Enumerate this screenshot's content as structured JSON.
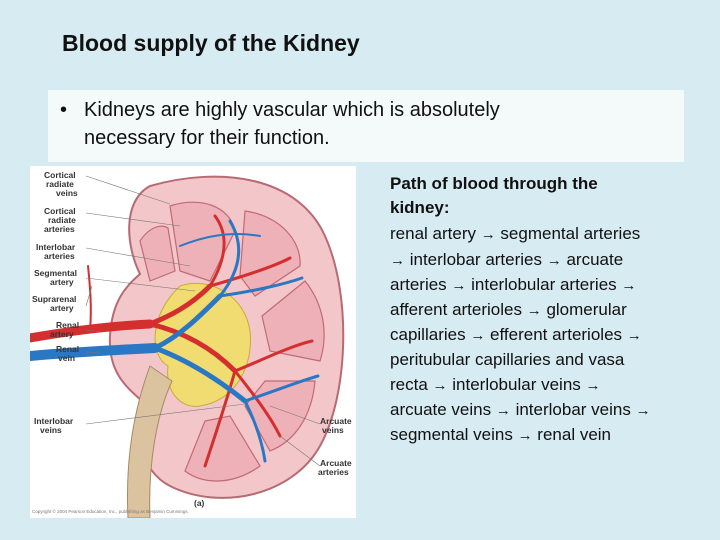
{
  "slide": {
    "title": "Blood supply of the Kidney",
    "bullet": {
      "marker": "•",
      "lines": [
        "Kidneys are highly vascular which is absolutely",
        "necessary for their function."
      ]
    }
  },
  "figure": {
    "labels_left": [
      [
        "Cortical",
        "radiate",
        "veins"
      ],
      [
        "Cortical",
        "radiate",
        "arteries"
      ],
      [
        "Interlobar",
        "arteries"
      ],
      [
        "Segmental",
        "artery"
      ],
      [
        "Suprarenal",
        "artery"
      ],
      [
        "Renal",
        "artery"
      ],
      [
        "Renal",
        "vein"
      ],
      [
        "Interlobar",
        "veins"
      ]
    ],
    "labels_right": [
      [
        "Arcuate",
        "veins"
      ],
      [
        "Arcuate",
        "arteries"
      ]
    ],
    "panel_letter": "(a)",
    "copyright": "Copyright © 2004 Pearson Education, Inc., publishing as Benjamin Cummings.",
    "colors": {
      "artery": "#d42f2f",
      "vein": "#2a78c4",
      "pyramid": "#efb1b8",
      "cortex": "#f3c7c9",
      "fat": "#f1dc72",
      "ureter": "#dcc3a0"
    }
  },
  "path": {
    "heading_lines": [
      "Path of blood through the",
      "kidney:"
    ],
    "arrow_glyph": "→",
    "lines": [
      [
        {
          "t": "renal artery "
        },
        {
          "a": true
        },
        {
          "t": " segmental arteries"
        }
      ],
      [
        {
          "a": true
        },
        {
          "t": "  interlobar arteries "
        },
        {
          "a": true
        },
        {
          "t": " arcuate"
        }
      ],
      [
        {
          "t": "arteries "
        },
        {
          "a": true
        },
        {
          "t": " interlobular arteries "
        },
        {
          "a": true
        }
      ],
      [
        {
          "t": "afferent arterioles "
        },
        {
          "a": true
        },
        {
          "t": " glomerular"
        }
      ],
      [
        {
          "t": "capillaries "
        },
        {
          "a": true
        },
        {
          "t": " efferent arterioles "
        },
        {
          "a": true
        }
      ],
      [
        {
          "t": "peritubular capillaries and vasa"
        }
      ],
      [
        {
          "t": "recta "
        },
        {
          "a": true
        },
        {
          "t": " interlobular veins "
        },
        {
          "a": true
        }
      ],
      [
        {
          "t": "arcuate veins "
        },
        {
          "a": true
        },
        {
          "t": " interlobar veins "
        },
        {
          "a": true
        }
      ],
      [
        {
          "t": "segmental veins "
        },
        {
          "a": true
        },
        {
          "t": " renal vein"
        }
      ]
    ]
  }
}
